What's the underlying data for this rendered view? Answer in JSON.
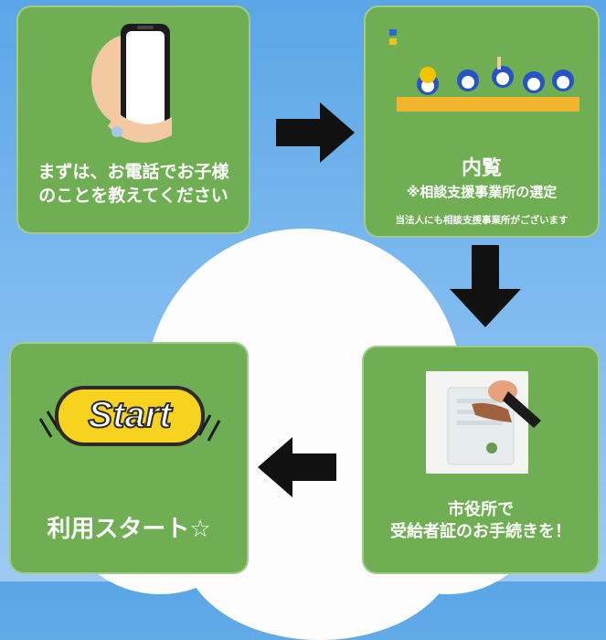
{
  "steps": [
    {
      "lines": [
        "まずは、お電話でお子様",
        "のことを教えてください"
      ]
    },
    {
      "title": "内覧",
      "subtitle": "※相談支援事業所の選定",
      "note": "当法人にも相談支援事業所がございます"
    },
    {
      "lines": [
        "市役所で",
        "受給者証のお手続きを！"
      ]
    },
    {
      "logo_text": "Start",
      "label": "利用スタート☆"
    }
  ],
  "colors": {
    "card": "#6fae52",
    "sky": "#6ab0ea",
    "cloud": "#ffffff",
    "arrow": "#111111",
    "logo": "#f7d21e"
  },
  "icons": [
    "phone-in-hand-icon",
    "classroom-kids-icon",
    "signing-document-icon",
    "start-logo-icon",
    "right-arrow-icon",
    "down-arrow-icon",
    "left-arrow-icon"
  ]
}
